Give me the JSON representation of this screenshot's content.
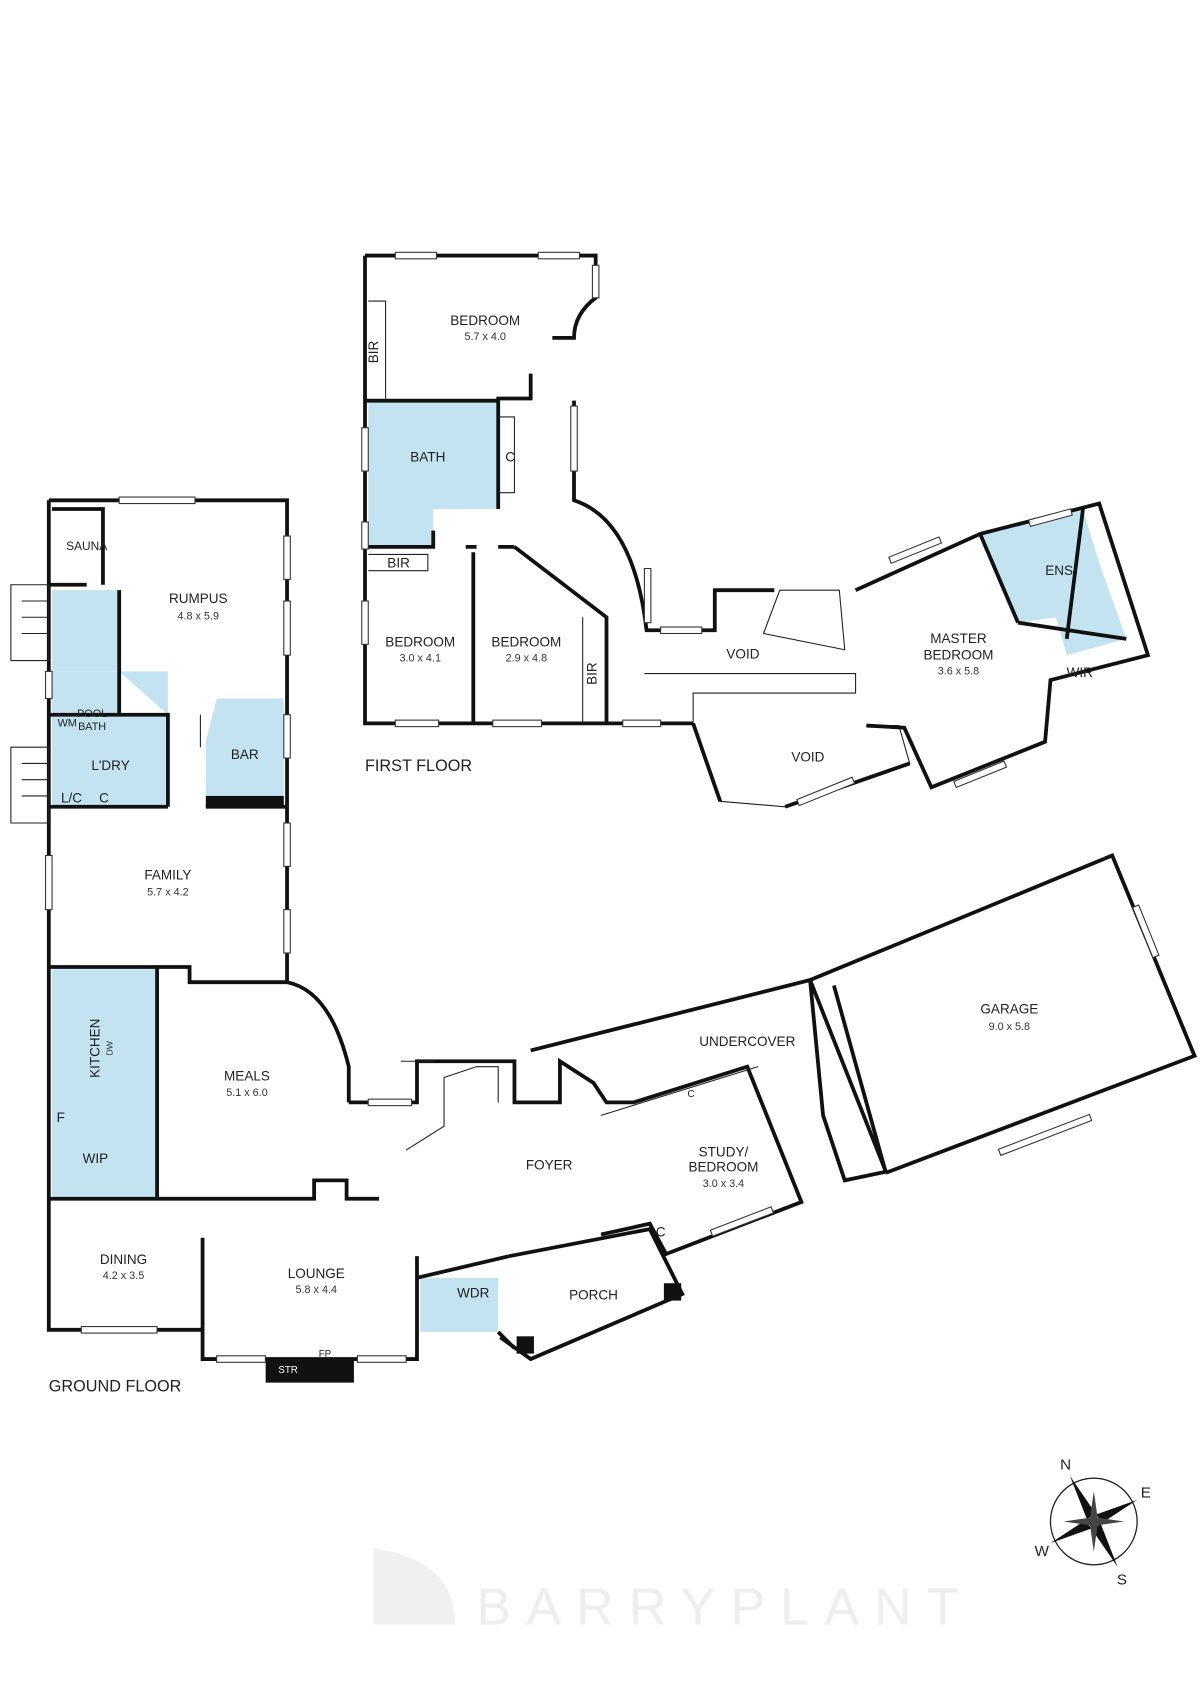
{
  "floors": {
    "ground": "GROUND FLOOR",
    "first": "FIRST FLOOR"
  },
  "ground_rooms": [
    {
      "name": "RUMPUS",
      "dim": "4.8 x 5.9"
    },
    {
      "name": "SAUNA"
    },
    {
      "name": "POOL BATH"
    },
    {
      "name": "WM"
    },
    {
      "name": "L'DRY"
    },
    {
      "name": "L/C"
    },
    {
      "name": "C"
    },
    {
      "name": "BAR"
    },
    {
      "name": "FAMILY",
      "dim": "5.7 x 4.2"
    },
    {
      "name": "KITCHEN"
    },
    {
      "name": "DW"
    },
    {
      "name": "F"
    },
    {
      "name": "WIP"
    },
    {
      "name": "MEALS",
      "dim": "5.1 x 6.0"
    },
    {
      "name": "DINING",
      "dim": "4.2 x 3.5"
    },
    {
      "name": "LOUNGE",
      "dim": "5.8 x 4.4"
    },
    {
      "name": "STR"
    },
    {
      "name": "FP"
    },
    {
      "name": "WDR"
    },
    {
      "name": "FOYER"
    },
    {
      "name": "PORCH"
    },
    {
      "name": "STUDY/ BEDROOM",
      "dim": "3.0 x 3.4"
    },
    {
      "name": "C"
    },
    {
      "name": "C"
    },
    {
      "name": "UNDERCOVER"
    },
    {
      "name": "GARAGE",
      "dim": "9.0 x 5.8"
    }
  ],
  "first_rooms": [
    {
      "name": "BEDROOM",
      "dim": "5.7 x 4.0"
    },
    {
      "name": "BIR"
    },
    {
      "name": "BATH"
    },
    {
      "name": "C"
    },
    {
      "name": "BIR"
    },
    {
      "name": "BEDROOM",
      "dim": "3.0 x 4.1"
    },
    {
      "name": "BEDROOM",
      "dim": "2.9 x 4.8"
    },
    {
      "name": "BIR"
    },
    {
      "name": "VOID"
    },
    {
      "name": "VOID"
    },
    {
      "name": "MASTER BEDROOM",
      "dim": "3.6 x 5.8"
    },
    {
      "name": "ENS"
    },
    {
      "name": "WIR"
    }
  ],
  "compass": {
    "n": "N",
    "e": "E",
    "s": "S",
    "w": "W"
  },
  "watermark": "BARRYPLANT",
  "colors": {
    "wet_area": "#c4e3f0",
    "wall": "#111111"
  }
}
